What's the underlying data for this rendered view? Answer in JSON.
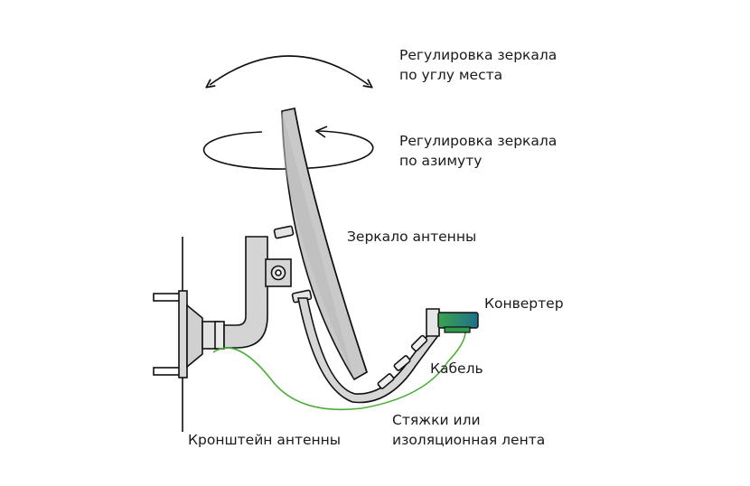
{
  "labels": {
    "elevation": [
      "Регулировка зеркала",
      "по углу места"
    ],
    "azimuth": [
      "Регулировка зеркала",
      "по азимуту"
    ],
    "dish": "Зеркало антенны",
    "converter": "Конвертер",
    "cable": "Кабель",
    "ties": [
      "Стяжки или",
      "изоляционная лента"
    ],
    "bracket": "Кронштейн антенны"
  },
  "colors": {
    "line": "#111111",
    "dish_fill": "#c9c9c9",
    "dish_inner": "#b7b7b7",
    "cable": "#4cae3a",
    "lnb": "#2e9a4a",
    "lnb_accent": "#1f6f8c"
  }
}
